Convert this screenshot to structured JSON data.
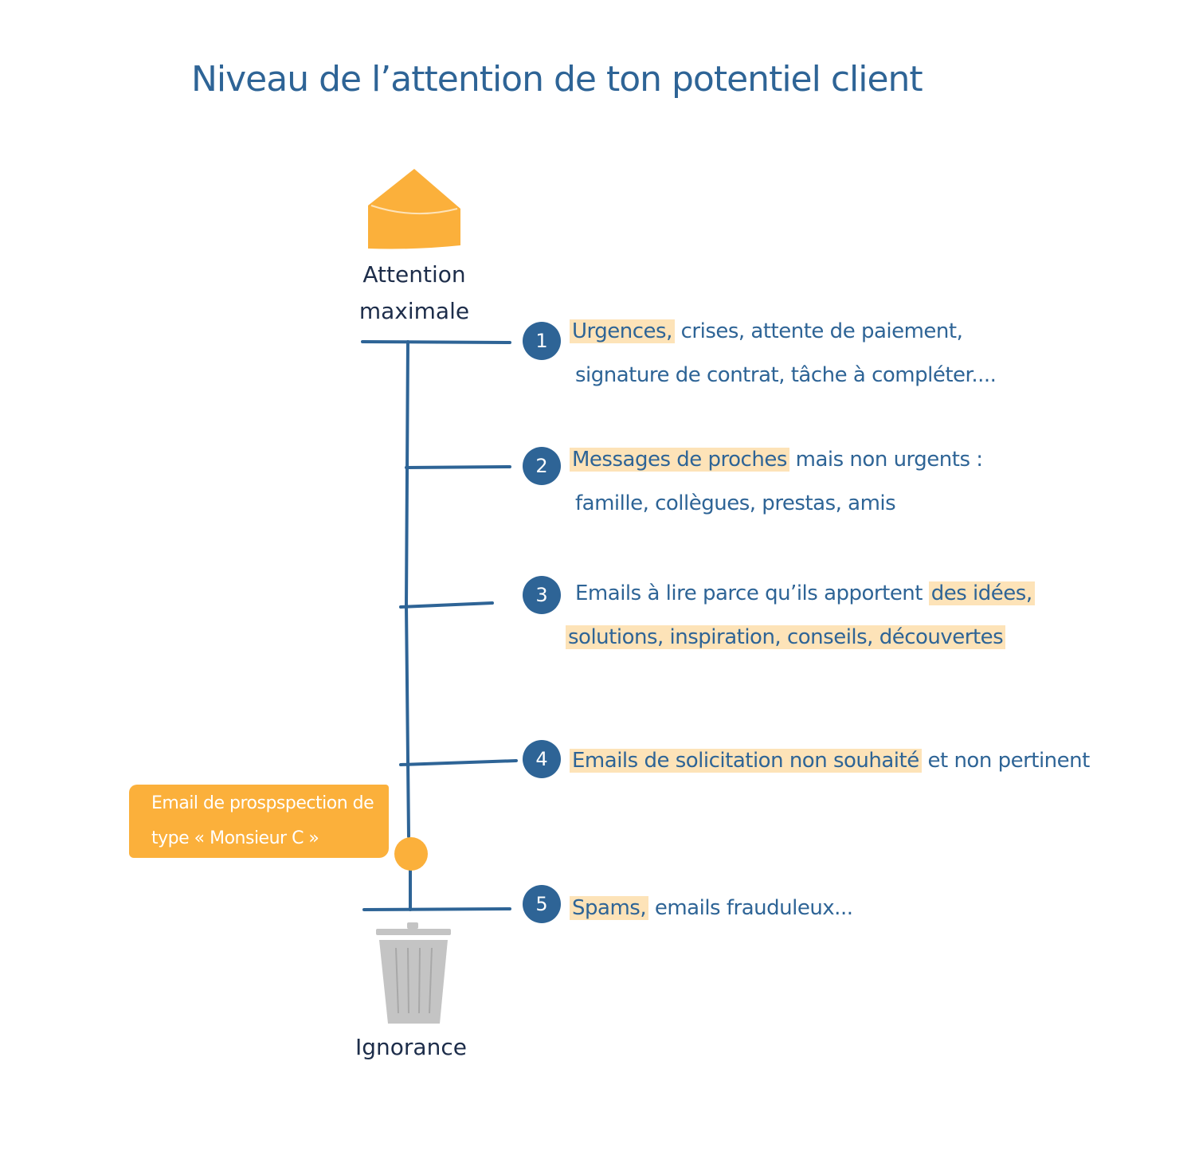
{
  "title": "Niveau de l’attention de ton potentiel client",
  "top_label": [
    "Attention",
    "maximale"
  ],
  "bottom_label": "Ignorance",
  "callout": [
    "Email de prospspection de",
    "type « Monsieur C »"
  ],
  "levels": [
    {
      "number": "1",
      "lines": [
        [
          {
            "text": "Urgences,",
            "hl": true
          },
          {
            "text": " crises, attente de paiement,",
            "hl": false
          }
        ],
        [
          {
            "text": "signature de contrat, tâche à compléter....",
            "hl": false
          }
        ]
      ]
    },
    {
      "number": "2",
      "lines": [
        [
          {
            "text": "Messages de proches",
            "hl": true
          },
          {
            "text": " mais non urgents :",
            "hl": false
          }
        ],
        [
          {
            "text": "famille, collègues, prestas, amis",
            "hl": false
          }
        ]
      ]
    },
    {
      "number": "3",
      "lines": [
        [
          {
            "text": "Emails à lire parce qu’ils apportent ",
            "hl": false
          },
          {
            "text": "des idées,",
            "hl": true
          }
        ],
        [
          {
            "text": "solutions, inspiration, conseils, découvertes",
            "hl": true
          }
        ]
      ]
    },
    {
      "number": "4",
      "lines": [
        [
          {
            "text": "Emails de solicitation non souhaité",
            "hl": true
          },
          {
            "text": " et non pertinent",
            "hl": false
          }
        ]
      ]
    },
    {
      "number": "5",
      "lines": [
        [
          {
            "text": "Spams,",
            "hl": true
          },
          {
            "text": " emails frauduleux...",
            "hl": false
          }
        ]
      ]
    }
  ],
  "colors": {
    "blue": "#2e6496",
    "orange": "#fbb03b",
    "highlight": "#fde3b8",
    "dark": "#1d2d4a"
  }
}
